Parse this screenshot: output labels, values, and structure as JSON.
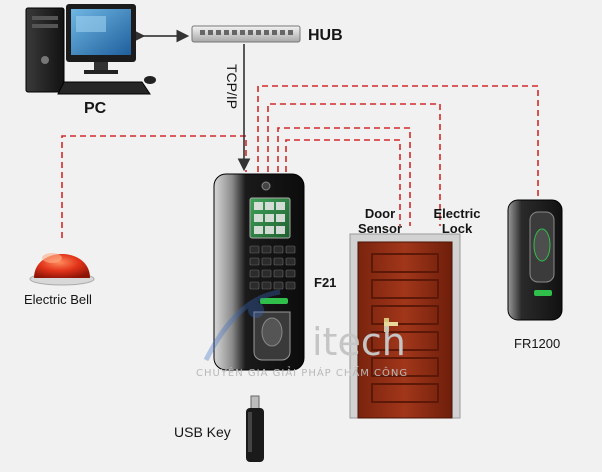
{
  "labels": {
    "pc": "PC",
    "hub": "HUB",
    "tcpip": "TCP/IP",
    "electric_bell": "Electric Bell",
    "door_sensor_line1": "Door",
    "door_sensor_line2": "Sensor",
    "electric_lock_line1": "Electric",
    "electric_lock_line2": "Lock",
    "f21": "F21",
    "fr1200": "FR1200",
    "usb_key": "USB Key"
  },
  "watermark": {
    "brand": "itech",
    "slogan": "CHUYÊN GIA GIẢI PHÁP CHẤM CÔNG"
  },
  "colors": {
    "wire": "#d22a2a",
    "arrow": "#333333",
    "door": "#8a2a12",
    "frame": "#c9c9c9"
  }
}
